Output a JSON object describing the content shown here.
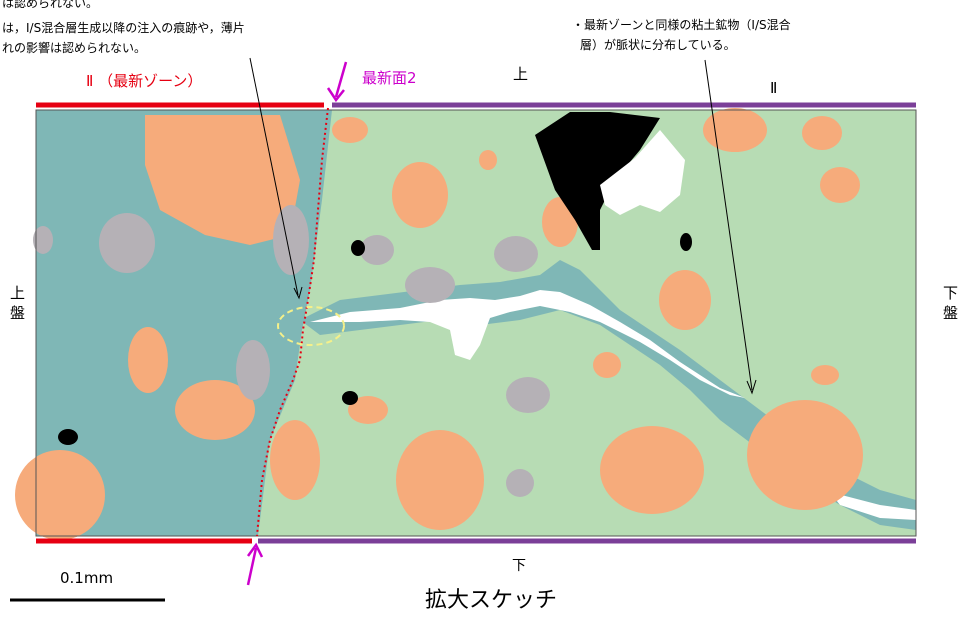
{
  "annotations": {
    "left_line1": "は認められない。",
    "left_line2": "は，I/S混合層生成以降の注入の痕跡や，薄片",
    "left_line3": "れの影響は認められない。",
    "right_line1": "・最新ゾーンと同様の粘土鉱物（I/S混合",
    "right_line2": "層）が脈状に分布している。"
  },
  "labels": {
    "zone_left": "Ⅱ （最新ゾーン）",
    "newest_surface": "最新面2",
    "top_center": "上",
    "top_right_zone": "Ⅱ",
    "left_side": "上\n盤",
    "right_side": "下\n盤",
    "bottom_center": "下",
    "scale": "0.1mm",
    "caption": "拡大スケッチ"
  },
  "colors": {
    "zone_red": "#e60012",
    "zone_purple": "#7b3f98",
    "arrow_magenta": "#cc00cc",
    "clay_teal": "#7fb7b6",
    "matrix_green": "#b7dcb4",
    "clast_orange": "#f6ab7b",
    "clast_gray": "#b5b1b6"
  }
}
